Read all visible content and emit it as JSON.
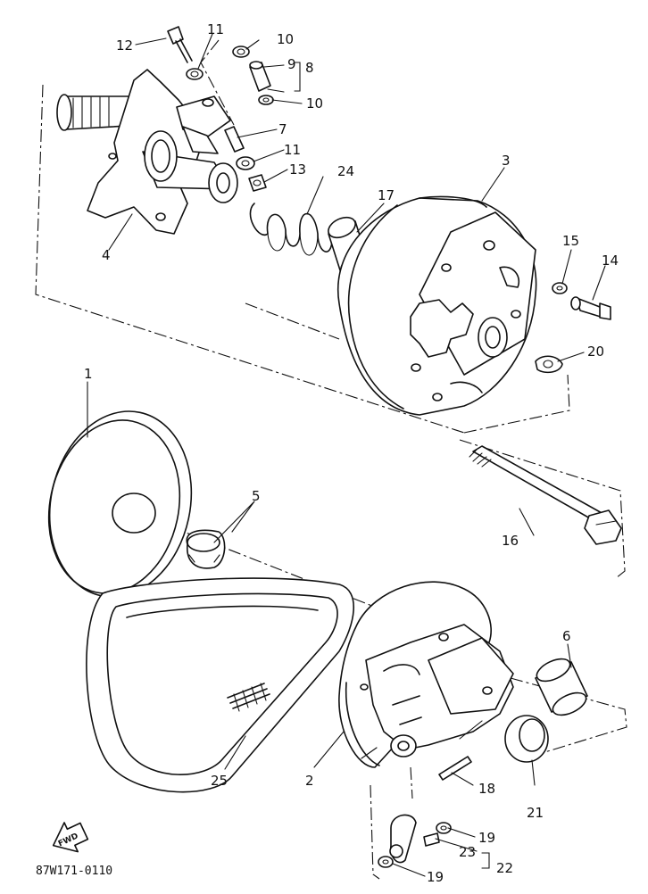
{
  "diagram": {
    "callouts": {
      "c1": "1",
      "c2": "2",
      "c3": "3",
      "c4": "4",
      "c5": "5",
      "c6": "6",
      "c7": "7",
      "c8": "8",
      "c9": "9",
      "c10a": "10",
      "c10b": "10",
      "c11a": "11",
      "c11b": "11",
      "c12": "12",
      "c13": "13",
      "c14": "14",
      "c15": "15",
      "c16": "16",
      "c17": "17",
      "c18": "18",
      "c19a": "19",
      "c19b": "19",
      "c20": "20",
      "c21": "21",
      "c22": "22",
      "c23": "23",
      "c24": "24",
      "c25": "25"
    },
    "fwd_label": "FWD",
    "part_code": "87W171-0110"
  }
}
